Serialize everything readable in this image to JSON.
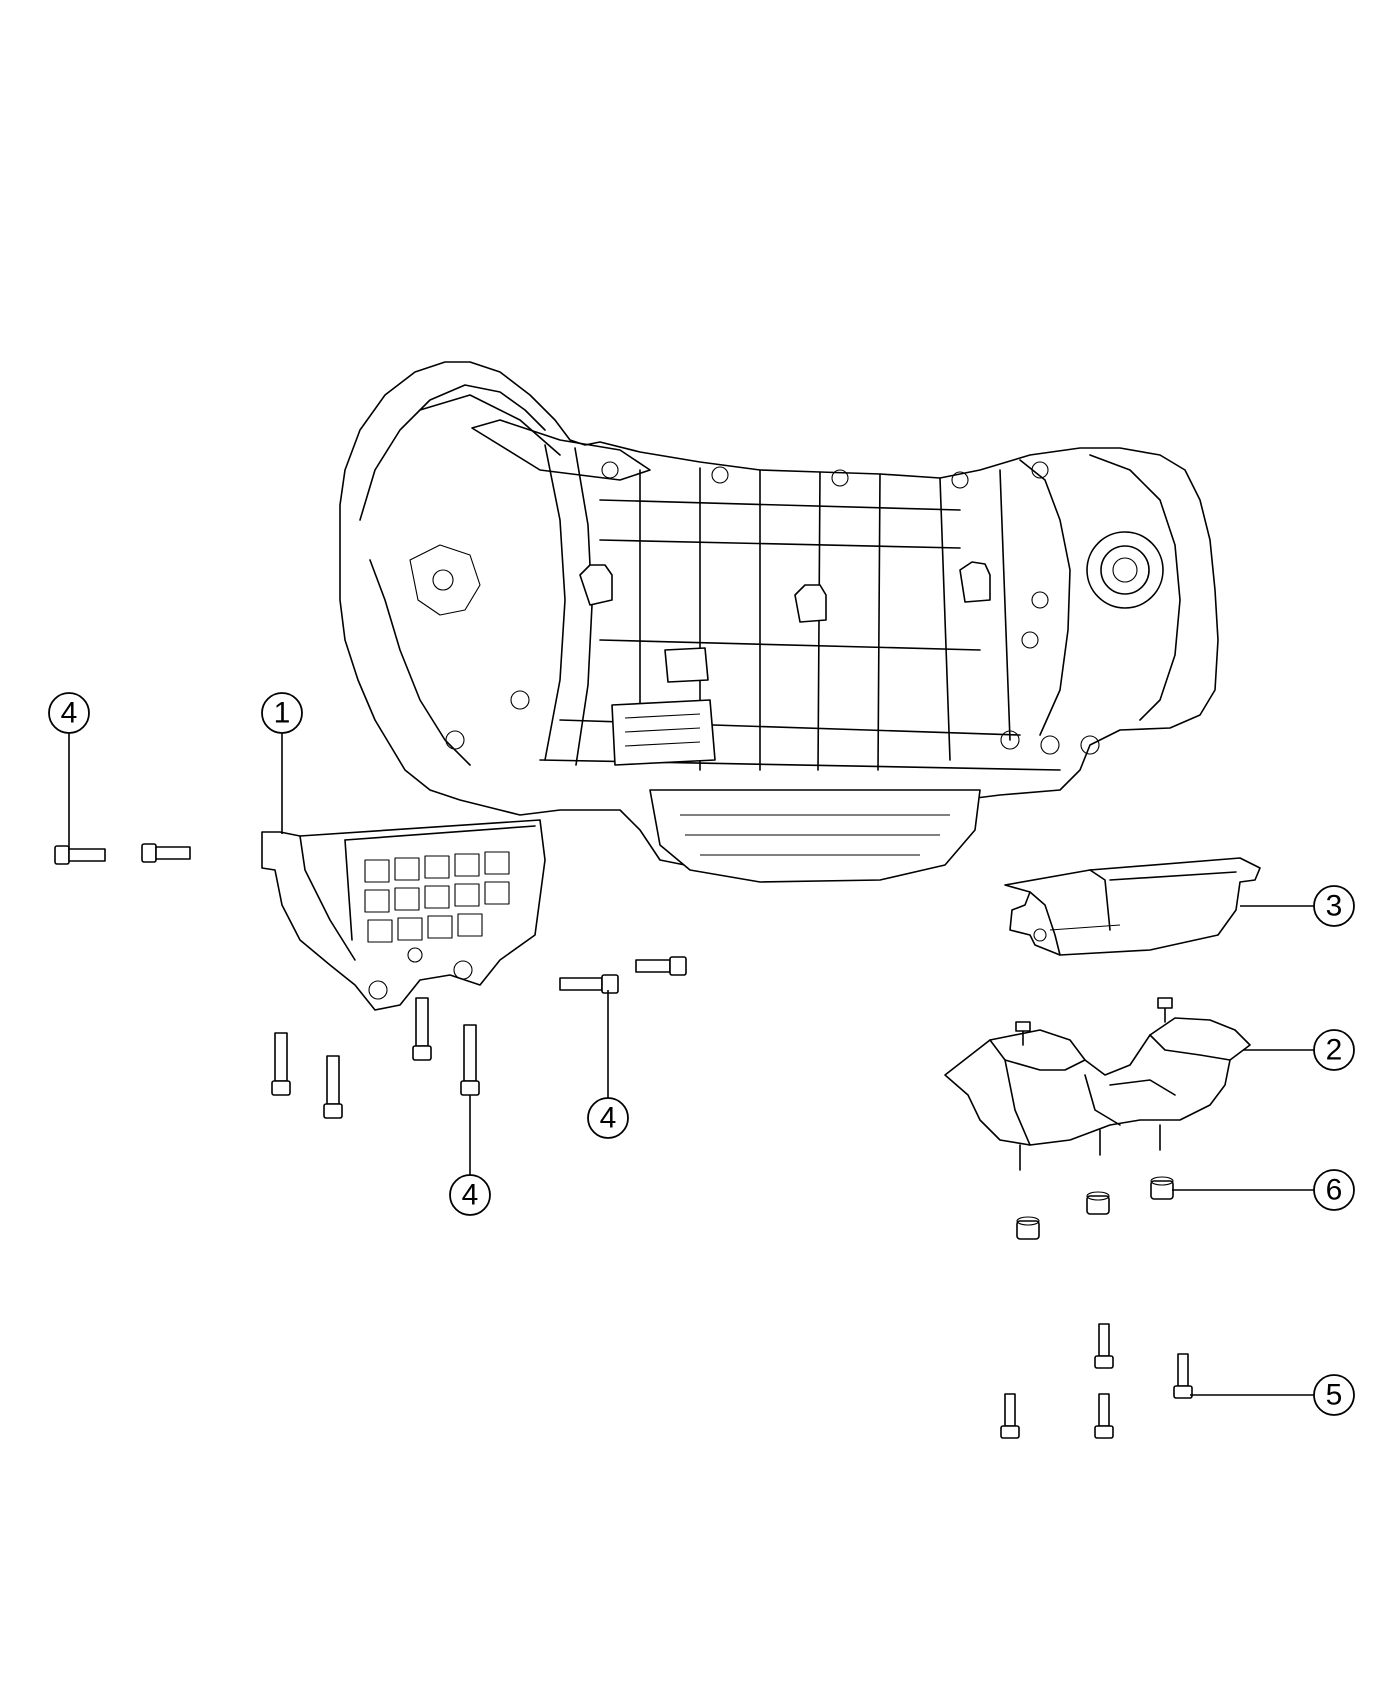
{
  "callouts": [
    {
      "id": "c1",
      "label": "1"
    },
    {
      "id": "c2",
      "label": "2"
    },
    {
      "id": "c3",
      "label": "3"
    },
    {
      "id": "c4a",
      "label": "4"
    },
    {
      "id": "c4b",
      "label": "4"
    },
    {
      "id": "c4c",
      "label": "4"
    },
    {
      "id": "c5",
      "label": "5"
    },
    {
      "id": "c6",
      "label": "6"
    }
  ]
}
